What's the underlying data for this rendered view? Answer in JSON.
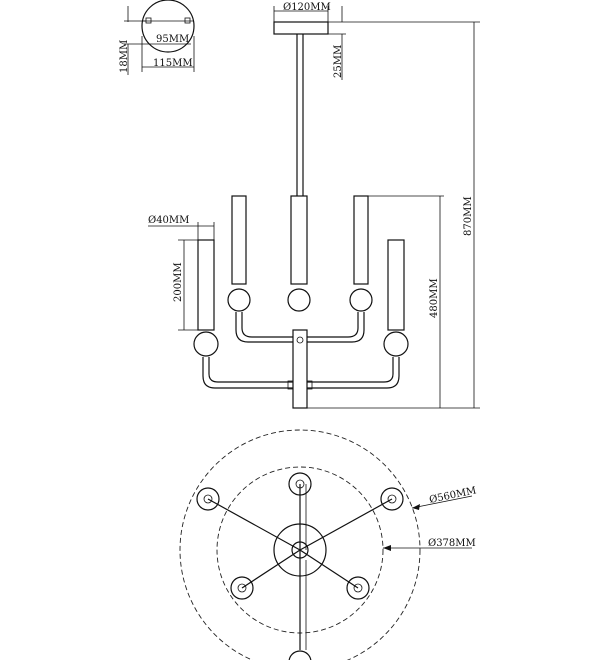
{
  "dimensions": {
    "canopy_diameter": "Ø120MM",
    "canopy_height": "25MM",
    "total_height": "870MM",
    "top_detail_inner": "95MM",
    "top_detail_outer": "115MM",
    "top_detail_height": "18MM",
    "tube_diameter": "Ø40MM",
    "tube_length": "200MM",
    "body_height": "480MM",
    "outer_diameter": "Ø560MM",
    "inner_diameter": "Ø378MM"
  }
}
